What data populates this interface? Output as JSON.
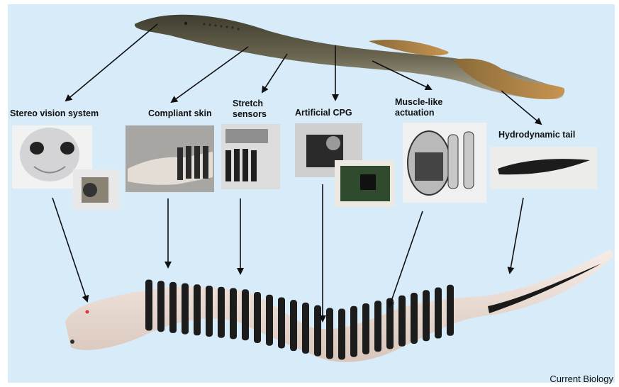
{
  "labels": {
    "stereo_vision": "Stereo vision system",
    "compliant_skin": "Compliant skin",
    "stretch_sensors": "Stretch\nsensors",
    "artificial_cpg": "Artificial CPG",
    "muscle_actuation": "Muscle-like\nactuation",
    "hydrodynamic_tail": "Hydrodynamic tail"
  },
  "credit": "Current Biology",
  "colors": {
    "background": "#d7ebf9",
    "arrow": "#111111",
    "lamprey_body": "#5e5a45",
    "tail_fin": "#b98a4a",
    "robot_ring": "#1c1c1c",
    "robot_skin": "#efe2d8"
  }
}
